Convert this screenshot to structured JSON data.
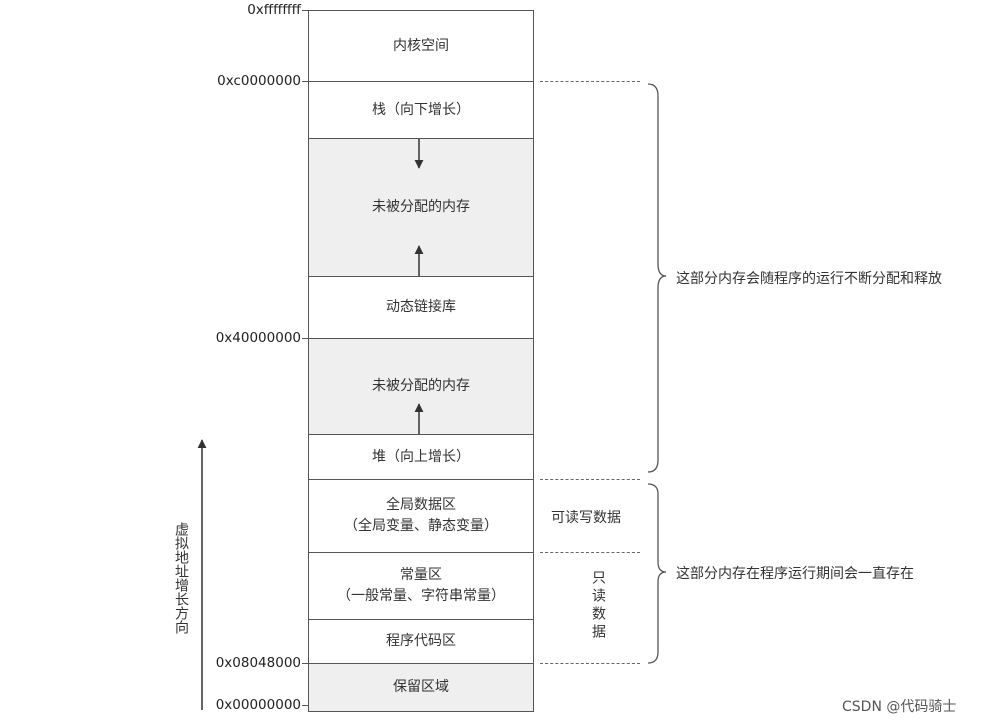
{
  "addresses": {
    "top": "0xffffffff",
    "kernel_start": "0xc0000000",
    "mmap_base": "0x40000000",
    "text_start": "0x08048000",
    "bottom": "0x00000000"
  },
  "segments": {
    "kernel": "内核空间",
    "stack": "栈（向下增长）",
    "unallocated_upper": "未被分配的内存",
    "shared_libs": "动态链接库",
    "unallocated_lower": "未被分配的内存",
    "heap": "堆（向上增长）",
    "data_line1": "全局数据区",
    "data_line2": "（全局变量、静态变量）",
    "const_line1": "常量区",
    "const_line2": "（一般常量、字符串常量）",
    "text": "程序代码区",
    "reserved": "保留区域"
  },
  "side_labels": {
    "read_write": "可读写数据",
    "read_only": "只读数据"
  },
  "braces": {
    "dynamic": "这部分内存会随程序的运行不断分配和释放",
    "persistent": "这部分内存在程序运行期间会一直存在"
  },
  "axis_label": "虚拟地址增长方向",
  "watermark": "CSDN @代码骑士"
}
